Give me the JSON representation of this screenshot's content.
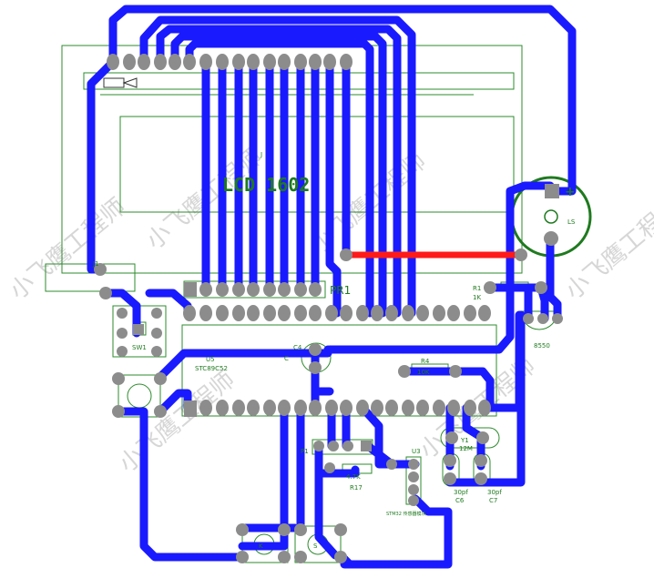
{
  "labels": {
    "lcd_title": "LCD 1602",
    "lcd_ref": "J",
    "pr1": "PR1",
    "u5": "U5",
    "u5_part": "STC89C52",
    "j1": "J1",
    "sw1": "SW1",
    "c4": "C4",
    "c4_value": "C",
    "r4": "R4",
    "r4_value": "10K",
    "r1": "R1",
    "r1_value": "1K",
    "buzzer_pos": "+",
    "buzzer_ref": "LS",
    "q_part": "8550",
    "y1": "Y1",
    "y1_value": "12M",
    "c6": "C6",
    "c6_value": "30pf",
    "c7": "C7",
    "c7_value": "30pf",
    "r17": "R17",
    "r17_value": "4.7K",
    "u3": "U3",
    "u3_part": "STM32 传感器模块",
    "p1": "P1",
    "k": "K",
    "s": "S"
  },
  "watermark": "小飞鹰工程师",
  "colors": {
    "trace": "#1a1aff",
    "pad": "#8c8c8c",
    "silkscreen": "#2e8b2e",
    "highlight_trace": "#ff1a1a",
    "background": "#ffffff"
  }
}
